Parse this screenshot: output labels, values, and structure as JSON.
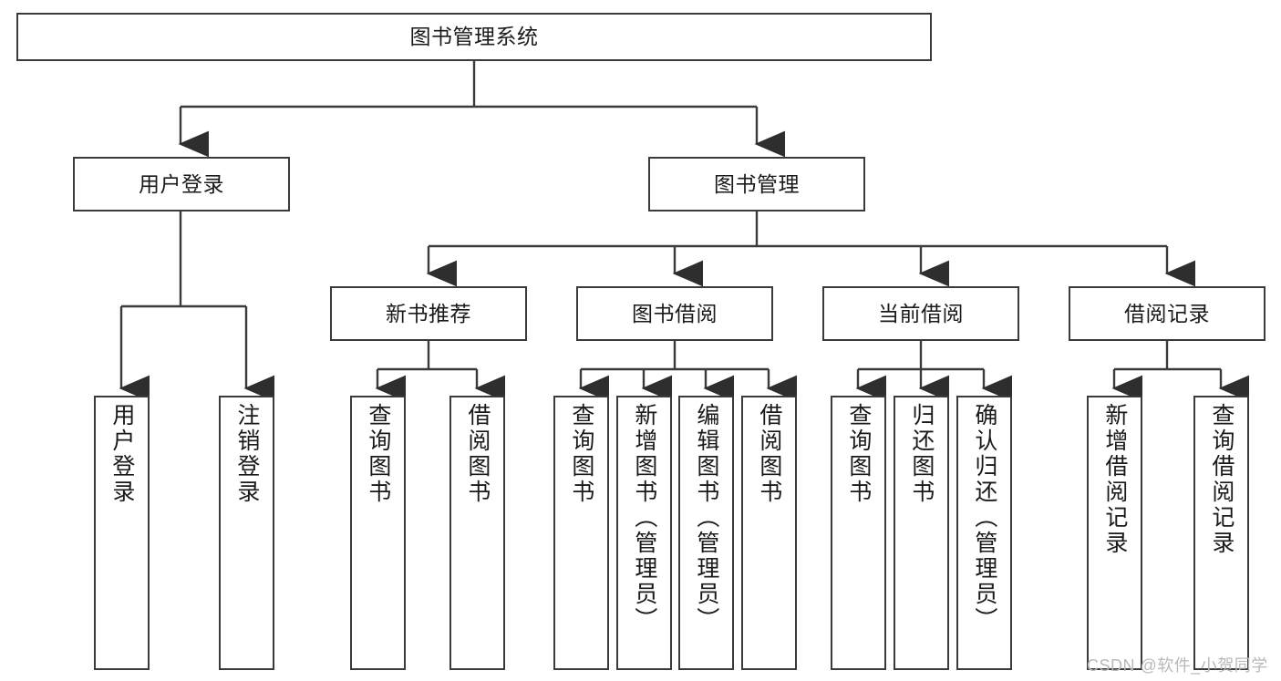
{
  "diagram": {
    "title": "图书管理系统",
    "type": "hierarchy-tree",
    "watermark": "CSDN @软件_小贺同学",
    "colors": {
      "stroke": "#3a3a3a",
      "fill": "#ffffff",
      "text": "#1a1a1a",
      "watermark": "#b9b9b9"
    },
    "nodes": {
      "root": {
        "label": "图书管理系统"
      },
      "level2": [
        {
          "label": "用户登录"
        },
        {
          "label": "图书管理"
        }
      ],
      "level3": [
        {
          "label": "新书推荐"
        },
        {
          "label": "图书借阅"
        },
        {
          "label": "当前借阅"
        },
        {
          "label": "借阅记录"
        }
      ],
      "leaves": {
        "user_login": [
          {
            "label": "用户登录"
          },
          {
            "label": "注销登录"
          }
        ],
        "new_book": [
          {
            "label": "查询图书"
          },
          {
            "label": "借阅图书"
          }
        ],
        "book_borrow": [
          {
            "label": "查询图书"
          },
          {
            "label": "新增图书（管理员）"
          },
          {
            "label": "编辑图书（管理员）"
          },
          {
            "label": "借阅图书"
          }
        ],
        "current_borrow": [
          {
            "label": "查询图书"
          },
          {
            "label": "归还图书"
          },
          {
            "label": "确认归还（管理员）"
          }
        ],
        "borrow_record": [
          {
            "label": "新增借阅记录"
          },
          {
            "label": "查询借阅记录"
          }
        ]
      }
    }
  }
}
